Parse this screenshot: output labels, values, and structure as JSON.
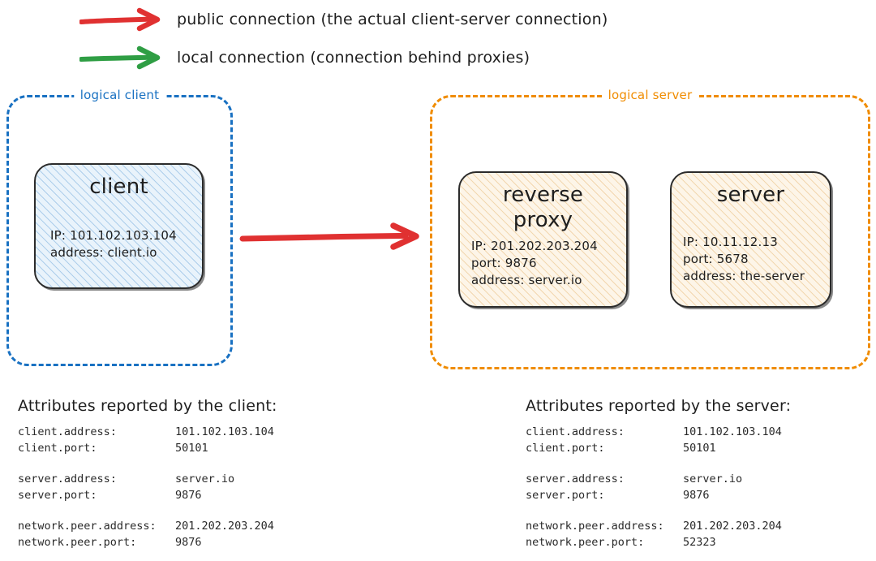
{
  "legend": [
    {
      "arrow_color": "#e03131",
      "arrow_name": "red-arrow-icon",
      "text": "public connection (the actual client-server connection)"
    },
    {
      "arrow_color": "#2f9e44",
      "arrow_name": "green-arrow-icon",
      "text": "local connection (connection behind proxies)"
    }
  ],
  "groups": {
    "client": {
      "label": "logical client",
      "color": "#1971c2"
    },
    "server": {
      "label": "logical server",
      "color": "#f08c00"
    }
  },
  "nodes": {
    "client": {
      "title": "client",
      "fill": "#e9f3fb",
      "attrs": [
        "IP: 101.102.103.104",
        "address: client.io"
      ]
    },
    "reverse_proxy": {
      "title": "reverse\nproxy",
      "fill": "#fdf5e8",
      "attrs": [
        "IP: 201.202.203.204",
        "port: 9876",
        "address: server.io"
      ]
    },
    "server": {
      "title": "server",
      "fill": "#fdf5e8",
      "attrs": [
        "IP: 10.11.12.13",
        "port: 5678",
        "address: the-server"
      ]
    }
  },
  "main_arrow": {
    "color": "#e03131",
    "name": "public-connection-arrow"
  },
  "attributes": {
    "client": {
      "heading": "Attributes reported by the client:",
      "rows": [
        {
          "key": "client.address:",
          "value": "101.102.103.104"
        },
        {
          "key": "client.port:",
          "value": "50101"
        },
        {
          "key": "",
          "value": "",
          "spacer": true
        },
        {
          "key": "server.address:",
          "value": "server.io"
        },
        {
          "key": "server.port:",
          "value": "9876"
        },
        {
          "key": "",
          "value": "",
          "spacer": true
        },
        {
          "key": "network.peer.address:",
          "value": "201.202.203.204"
        },
        {
          "key": "network.peer.port:",
          "value": "9876"
        }
      ]
    },
    "server": {
      "heading": "Attributes reported by the server:",
      "rows": [
        {
          "key": "client.address:",
          "value": "101.102.103.104"
        },
        {
          "key": "client.port:",
          "value": "50101"
        },
        {
          "key": "",
          "value": "",
          "spacer": true
        },
        {
          "key": "server.address:",
          "value": "server.io"
        },
        {
          "key": "server.port:",
          "value": "9876"
        },
        {
          "key": "",
          "value": "",
          "spacer": true
        },
        {
          "key": "network.peer.address:",
          "value": "201.202.203.204"
        },
        {
          "key": "network.peer.port:",
          "value": "52323"
        }
      ]
    }
  }
}
